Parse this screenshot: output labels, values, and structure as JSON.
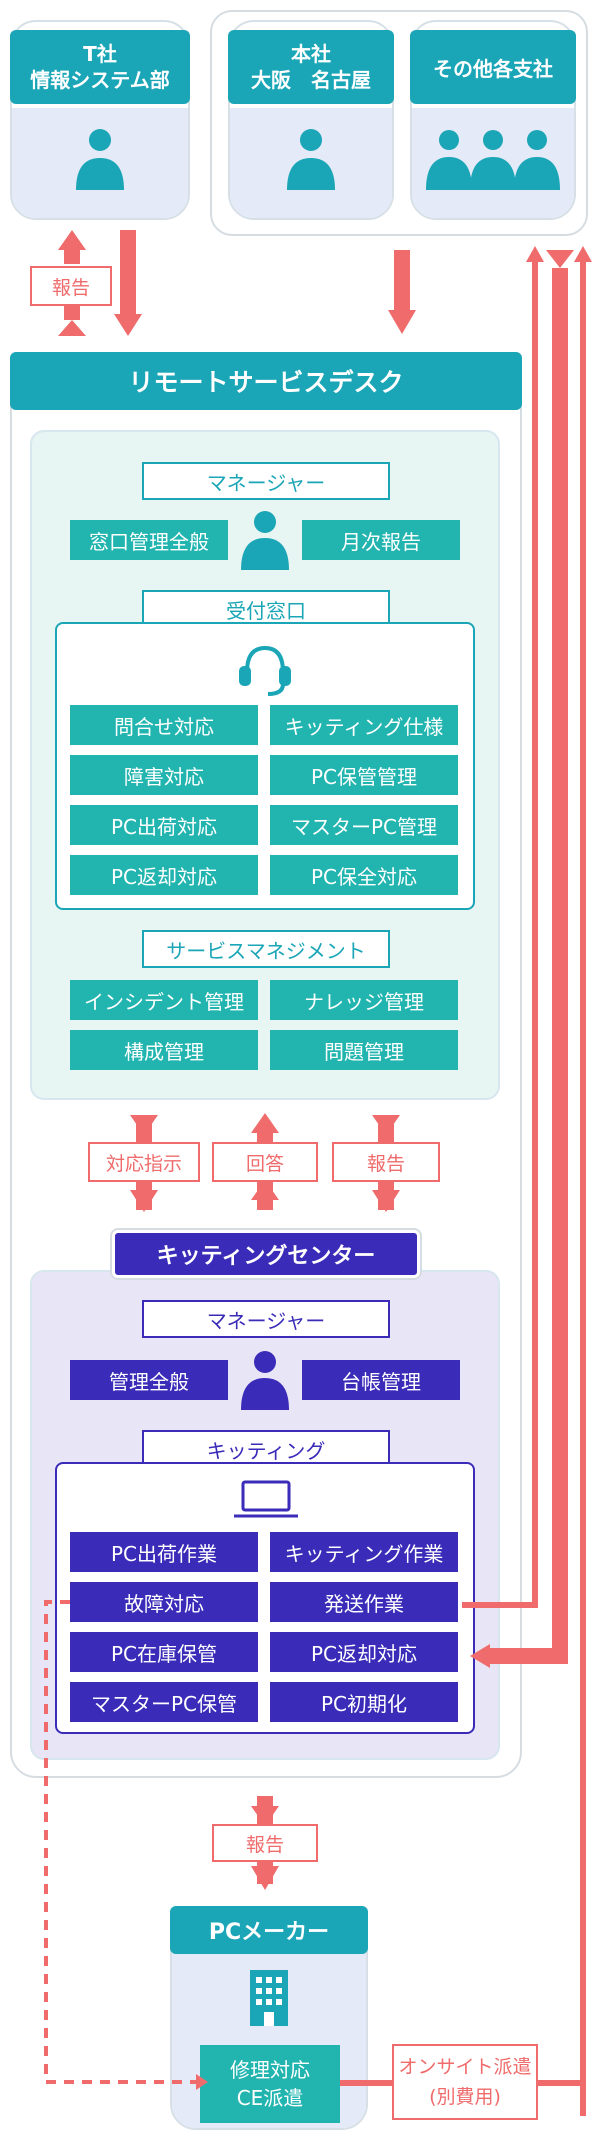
{
  "top_left": {
    "title_line1": "T社",
    "title_line2": "情報システム部",
    "report_label": "報告"
  },
  "top_group": {
    "honsha_line1": "本社",
    "honsha_line2": "大阪　名古屋",
    "others": "その他各支社"
  },
  "remote_desk": {
    "title": "リモートサービスデスク",
    "manager_label": "マネージャー",
    "manager_left": "窓口管理全般",
    "manager_right": "月次報告",
    "reception_label": "受付窓口",
    "reception_items": [
      "問合せ対応",
      "キッティング仕様",
      "障害対応",
      "PC保管管理",
      "PC出荷対応",
      "マスターPC管理",
      "PC返却対応",
      "PC保全対応"
    ],
    "service_label": "サービスマネジメント",
    "service_items": [
      "インシデント管理",
      "ナレッジ管理",
      "構成管理",
      "問題管理"
    ]
  },
  "mid_labels": {
    "instruction": "対応指示",
    "answer": "回答",
    "report": "報告"
  },
  "kitting": {
    "title": "キッティングセンター",
    "manager_label": "マネージャー",
    "manager_left": "管理全般",
    "manager_right": "台帳管理",
    "kitting_label": "キッティング",
    "items": [
      "PC出荷作業",
      "キッティング作業",
      "故障対応",
      "発送作業",
      "PC在庫保管",
      "PC返却対応",
      "マスターPC保管",
      "PC初期化"
    ]
  },
  "bottom_report": "報告",
  "maker": {
    "title": "PCメーカー",
    "repair_line1": "修理対応",
    "repair_line2": "CE派遣"
  },
  "onsite": {
    "line1": "オンサイト派遣",
    "line2": "(別費用)"
  },
  "colors": {
    "teal": "#1aa6b7",
    "purple": "#3a2bb8",
    "red": "#f06b6b"
  }
}
